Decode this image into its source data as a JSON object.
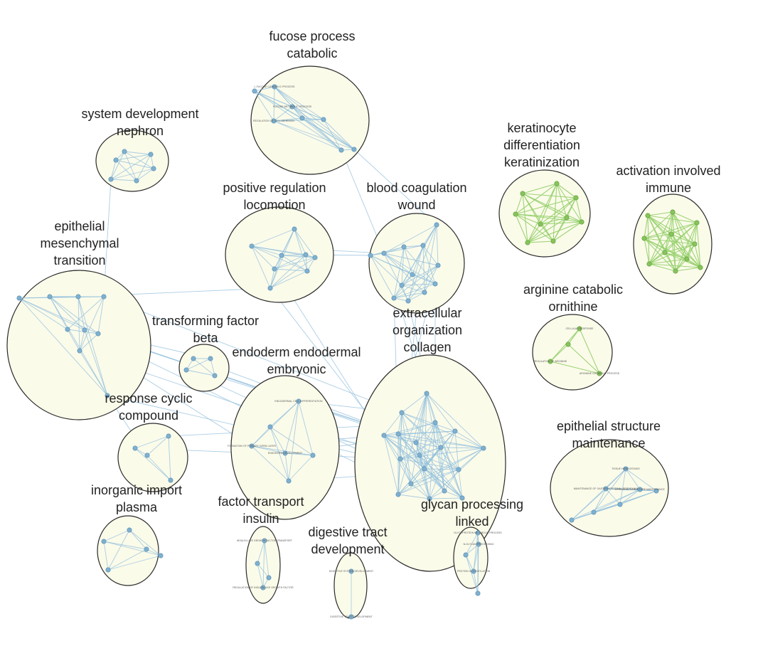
{
  "colors": {
    "cluster_fill": "#fbfbea",
    "cluster_stroke": "#2a2a2a",
    "edge_blue": "#8fbddc",
    "edge_green": "#93cf6a",
    "node_blue": "#7fb0cf",
    "node_green": "#88c35d",
    "label_text": "#222222"
  },
  "clusters": [
    {
      "id": "fucose",
      "label_lines": [
        "fucose process",
        "catabolic"
      ],
      "color": "blue"
    },
    {
      "id": "system",
      "label_lines": [
        "system development",
        "nephron"
      ],
      "color": "blue"
    },
    {
      "id": "keratin",
      "label_lines": [
        "keratinocyte",
        "differentiation",
        "keratinization"
      ],
      "color": "green"
    },
    {
      "id": "activation",
      "label_lines": [
        "activation involved",
        "immune"
      ],
      "color": "green"
    },
    {
      "id": "posreg",
      "label_lines": [
        "positive regulation",
        "locomotion"
      ],
      "color": "blue"
    },
    {
      "id": "blood",
      "label_lines": [
        "blood coagulation",
        "wound"
      ],
      "color": "blue"
    },
    {
      "id": "epimes",
      "label_lines": [
        "epithelial",
        "mesenchymal",
        "transition"
      ],
      "color": "blue"
    },
    {
      "id": "arginine",
      "label_lines": [
        "arginine catabolic",
        "ornithine"
      ],
      "color": "green"
    },
    {
      "id": "tgf",
      "label_lines": [
        "transforming factor",
        "beta"
      ],
      "color": "blue"
    },
    {
      "id": "extracell",
      "label_lines": [
        "extracellular",
        "organization",
        "collagen"
      ],
      "color": "blue"
    },
    {
      "id": "endoderm",
      "label_lines": [
        "endoderm endodermal",
        "embryonic"
      ],
      "color": "blue"
    },
    {
      "id": "response",
      "label_lines": [
        "response cyclic",
        "compound"
      ],
      "color": "blue"
    },
    {
      "id": "epistruct",
      "label_lines": [
        "epithelial structure",
        "maintenance"
      ],
      "color": "blue"
    },
    {
      "id": "inorganic",
      "label_lines": [
        "inorganic import",
        "plasma"
      ],
      "color": "blue"
    },
    {
      "id": "factor",
      "label_lines": [
        "factor transport",
        "insulin"
      ],
      "color": "blue"
    },
    {
      "id": "glycan",
      "label_lines": [
        "glycan processing",
        "linked"
      ],
      "color": "blue"
    },
    {
      "id": "digestive",
      "label_lines": [
        "digestive tract",
        "development"
      ],
      "color": "blue"
    }
  ],
  "node_labels": {
    "fucose": [
      "L-FUCOSE CATABOLIC PROCESS",
      "FUCOSE METABOLIC PROCESS",
      "REGULATION OF CELL ADHESION"
    ],
    "arginine": [
      "CELLULAR RESPONSE",
      "REGULATION OF ARGININE",
      "ARGININE CATABOLIC PROCESS"
    ],
    "endoderm": [
      "ENDODERMAL CELL DIFFERENTIATION",
      "FORMATION OF PRIMARY GERM LAYER",
      "ENDODERM DEVELOPMENT"
    ],
    "factor": [
      "INSULIN-LIKE GROWTH FACTOR TRANSPORT",
      "REGULATION OF INSULIN-LIKE GROWTH FACTOR"
    ],
    "digestive": [
      "DIGESTIVE SYSTEM DEVELOPMENT",
      "DIGESTIVE TRACT DEVELOPMENT"
    ],
    "epistruct": [
      "TISSUE HOMEOSTASIS",
      "EPITHELIAL STRUCTURE MAINTENANCE",
      "MAINTENANCE OF GASTROINTESTINAL EPITHELIUM"
    ],
    "glycan": [
      "GLYCOPROTEIN METABOLIC PROCESS",
      "N-GLYCAN PROCESSING",
      "PROTEIN GLYCOSYLATION"
    ]
  }
}
